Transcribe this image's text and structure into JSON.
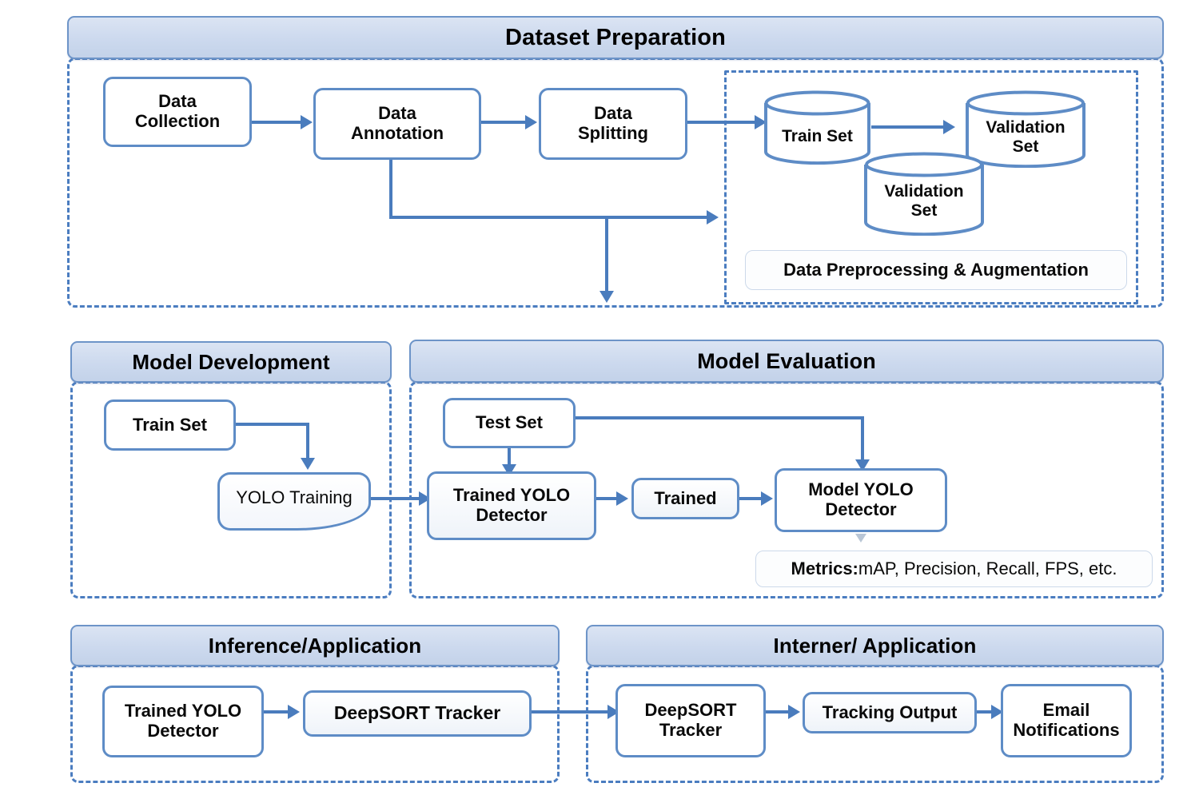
{
  "diagram": {
    "title": "YOLO + DeepSORT pipeline flowchart",
    "colors": {
      "connector": "#4a7cbd",
      "node_border": "#5e8cc6",
      "banner_fill": "#ccd9ee",
      "banner_border": "#6d94c8",
      "dashed_border": "#4b7dc0",
      "text": "#0a0a0a"
    }
  },
  "sections": {
    "dataset_preparation": {
      "title": "Dataset Preparation",
      "nodes": {
        "data_collection": "Data\nCollection",
        "data_collection_l1": "Data",
        "data_collection_l2": "Collection",
        "data_annotation_l1": "Data",
        "data_annotation_l2": "Annotation",
        "data_splitting_l1": "Data",
        "data_splitting_l2": "Splitting",
        "train_set": "Train Set",
        "validation_set_right_l1": "Validation",
        "validation_set_right_l2": "Set",
        "validation_set_front_l1": "Validation",
        "validation_set_front_l2": "Set",
        "preprocessing": "Data Preprocessing & Augmentation"
      }
    },
    "model_development": {
      "title": "Model Development",
      "nodes": {
        "train_set": "Train Set",
        "yolo_training": "YOLO Training"
      }
    },
    "model_evaluation": {
      "title": "Model Evaluation",
      "nodes": {
        "test_set": "Test Set",
        "trained_yolo_detector_l1": "Trained YOLO",
        "trained_yolo_detector_l2": "Detector",
        "trained": "Trained",
        "model_yolo_detector_l1": "Model YOLO",
        "model_yolo_detector_l2": "Detector",
        "metrics_label": "Metrics:",
        "metrics_value": " mAP, Precision, Recall, FPS, etc."
      }
    },
    "inference_application": {
      "title": "Inference/Application",
      "nodes": {
        "trained_yolo_detector_l1": "Trained YOLO",
        "trained_yolo_detector_l2": "Detector",
        "deepsort_tracker": "DeepSORT Tracker"
      }
    },
    "interner_application": {
      "title": "Interner/ Application",
      "nodes": {
        "deepsort_tracker_l1": "DeepSORT",
        "deepsort_tracker_l2": "Tracker",
        "tracking_output": "Tracking Output",
        "email_notifications_l1": "Email",
        "email_notifications_l2": "Notifications"
      }
    }
  }
}
